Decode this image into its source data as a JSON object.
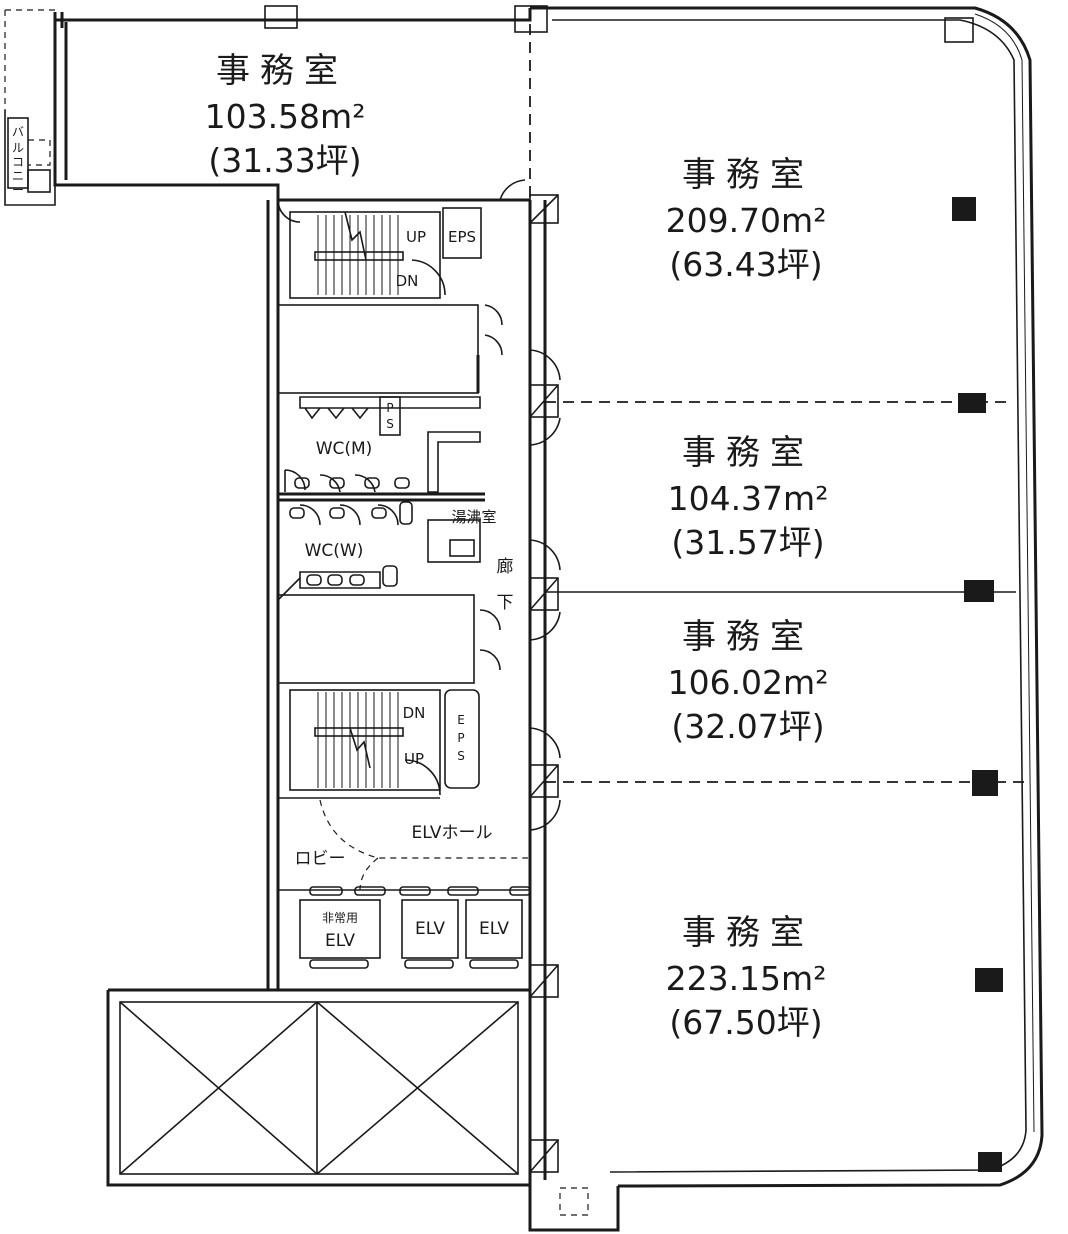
{
  "rooms": {
    "office_nw": {
      "name": "事務室",
      "area": "103.58m²",
      "tsubo": "(31.33坪)"
    },
    "office_1": {
      "name": "事務室",
      "area": "209.70m²",
      "tsubo": "(63.43坪)"
    },
    "office_2": {
      "name": "事務室",
      "area": "104.37m²",
      "tsubo": "(31.57坪)"
    },
    "office_3": {
      "name": "事務室",
      "area": "106.02m²",
      "tsubo": "(32.07坪)"
    },
    "office_4": {
      "name": "事務室",
      "area": "223.15m²",
      "tsubo": "(67.50坪)"
    }
  },
  "labels": {
    "balcony": [
      "バ",
      "ル",
      "コ",
      "ニ",
      "ー"
    ],
    "up": "UP",
    "dn": "DN",
    "eps": "EPS",
    "eps_vertical": [
      "E",
      "P",
      "S"
    ],
    "ps": [
      "P",
      "S"
    ],
    "wc_m": "WC(M)",
    "wc_w": "WC(W)",
    "kitchenette": "湯沸室",
    "corridor": [
      "廊",
      "下"
    ],
    "elv_hall": "ELVホール",
    "lobby": "ロビー",
    "emergency": "非常用",
    "elv": "ELV"
  }
}
